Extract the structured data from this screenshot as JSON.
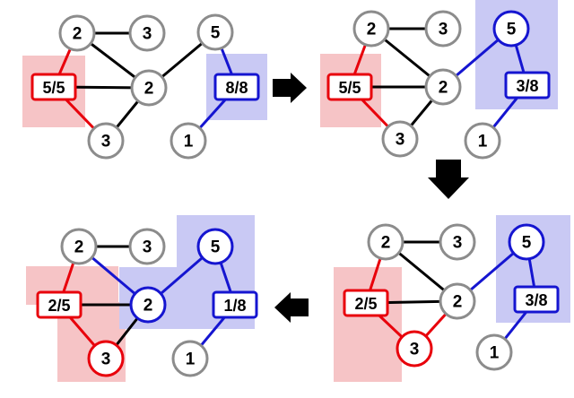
{
  "colors": {
    "red": "#e8000b",
    "blue": "#1515d0",
    "black": "#000000",
    "gray": "#8c8c8c",
    "red_region": "#f6c4c6",
    "blue_region": "#c9c9f4",
    "background": "#ffffff"
  },
  "panels": [
    {
      "id": "panel-top-left",
      "nodes": [
        {
          "id": "a",
          "label": "2",
          "color": "gray",
          "shape": "circle"
        },
        {
          "id": "b",
          "label": "3",
          "color": "gray",
          "shape": "circle"
        },
        {
          "id": "c",
          "label": "5/5",
          "color": "red",
          "shape": "box"
        },
        {
          "id": "d",
          "label": "2",
          "color": "gray",
          "shape": "circle"
        },
        {
          "id": "e",
          "label": "3",
          "color": "gray",
          "shape": "circle"
        },
        {
          "id": "f",
          "label": "5",
          "color": "gray",
          "shape": "circle"
        },
        {
          "id": "g",
          "label": "8/8",
          "color": "blue",
          "shape": "box"
        },
        {
          "id": "h",
          "label": "1",
          "color": "gray",
          "shape": "circle"
        }
      ],
      "edges": [
        {
          "from": "a",
          "to": "b",
          "color": "black"
        },
        {
          "from": "a",
          "to": "c",
          "color": "red"
        },
        {
          "from": "a",
          "to": "d",
          "color": "black"
        },
        {
          "from": "c",
          "to": "d",
          "color": "black"
        },
        {
          "from": "c",
          "to": "e",
          "color": "red"
        },
        {
          "from": "d",
          "to": "e",
          "color": "black"
        },
        {
          "from": "d",
          "to": "f",
          "color": "black"
        },
        {
          "from": "f",
          "to": "g",
          "color": "blue"
        },
        {
          "from": "g",
          "to": "h",
          "color": "blue"
        }
      ]
    },
    {
      "id": "panel-top-right",
      "nodes": [
        {
          "id": "a",
          "label": "2",
          "color": "gray",
          "shape": "circle"
        },
        {
          "id": "b",
          "label": "3",
          "color": "gray",
          "shape": "circle"
        },
        {
          "id": "c",
          "label": "5/5",
          "color": "red",
          "shape": "box"
        },
        {
          "id": "d",
          "label": "2",
          "color": "gray",
          "shape": "circle"
        },
        {
          "id": "e",
          "label": "3",
          "color": "gray",
          "shape": "circle"
        },
        {
          "id": "f",
          "label": "5",
          "color": "blue",
          "shape": "circle"
        },
        {
          "id": "g",
          "label": "3/8",
          "color": "blue",
          "shape": "box"
        },
        {
          "id": "h",
          "label": "1",
          "color": "gray",
          "shape": "circle"
        }
      ],
      "edges": [
        {
          "from": "a",
          "to": "b",
          "color": "black"
        },
        {
          "from": "a",
          "to": "c",
          "color": "red"
        },
        {
          "from": "a",
          "to": "d",
          "color": "black"
        },
        {
          "from": "c",
          "to": "d",
          "color": "black"
        },
        {
          "from": "c",
          "to": "e",
          "color": "red"
        },
        {
          "from": "d",
          "to": "e",
          "color": "black"
        },
        {
          "from": "d",
          "to": "f",
          "color": "blue"
        },
        {
          "from": "f",
          "to": "g",
          "color": "blue"
        },
        {
          "from": "g",
          "to": "h",
          "color": "blue"
        }
      ]
    },
    {
      "id": "panel-bottom-right",
      "nodes": [
        {
          "id": "a",
          "label": "2",
          "color": "gray",
          "shape": "circle"
        },
        {
          "id": "b",
          "label": "3",
          "color": "gray",
          "shape": "circle"
        },
        {
          "id": "c",
          "label": "2/5",
          "color": "red",
          "shape": "box"
        },
        {
          "id": "d",
          "label": "2",
          "color": "gray",
          "shape": "circle"
        },
        {
          "id": "e",
          "label": "3",
          "color": "red",
          "shape": "circle"
        },
        {
          "id": "f",
          "label": "5",
          "color": "blue",
          "shape": "circle"
        },
        {
          "id": "g",
          "label": "3/8",
          "color": "blue",
          "shape": "box"
        },
        {
          "id": "h",
          "label": "1",
          "color": "gray",
          "shape": "circle"
        }
      ],
      "edges": [
        {
          "from": "a",
          "to": "b",
          "color": "black"
        },
        {
          "from": "a",
          "to": "c",
          "color": "red"
        },
        {
          "from": "a",
          "to": "d",
          "color": "black"
        },
        {
          "from": "c",
          "to": "d",
          "color": "black"
        },
        {
          "from": "c",
          "to": "e",
          "color": "red"
        },
        {
          "from": "d",
          "to": "e",
          "color": "red"
        },
        {
          "from": "d",
          "to": "f",
          "color": "blue"
        },
        {
          "from": "f",
          "to": "g",
          "color": "blue"
        },
        {
          "from": "g",
          "to": "h",
          "color": "blue"
        }
      ]
    },
    {
      "id": "panel-bottom-left",
      "nodes": [
        {
          "id": "a",
          "label": "2",
          "color": "gray",
          "shape": "circle"
        },
        {
          "id": "b",
          "label": "3",
          "color": "gray",
          "shape": "circle"
        },
        {
          "id": "c",
          "label": "2/5",
          "color": "red",
          "shape": "box"
        },
        {
          "id": "d",
          "label": "2",
          "color": "blue",
          "shape": "circle"
        },
        {
          "id": "e",
          "label": "3",
          "color": "red",
          "shape": "circle"
        },
        {
          "id": "f",
          "label": "5",
          "color": "blue",
          "shape": "circle"
        },
        {
          "id": "g",
          "label": "1/8",
          "color": "blue",
          "shape": "box"
        },
        {
          "id": "h",
          "label": "1",
          "color": "gray",
          "shape": "circle"
        }
      ],
      "edges": [
        {
          "from": "a",
          "to": "b",
          "color": "black"
        },
        {
          "from": "a",
          "to": "c",
          "color": "red"
        },
        {
          "from": "a",
          "to": "d",
          "color": "blue"
        },
        {
          "from": "c",
          "to": "d",
          "color": "black"
        },
        {
          "from": "c",
          "to": "e",
          "color": "red"
        },
        {
          "from": "d",
          "to": "e",
          "color": "black"
        },
        {
          "from": "d",
          "to": "f",
          "color": "blue"
        },
        {
          "from": "f",
          "to": "g",
          "color": "blue"
        },
        {
          "from": "g",
          "to": "h",
          "color": "blue"
        }
      ]
    }
  ],
  "arrows": [
    {
      "id": "arrow-right",
      "direction": "right"
    },
    {
      "id": "arrow-down",
      "direction": "down"
    },
    {
      "id": "arrow-left",
      "direction": "left"
    }
  ]
}
